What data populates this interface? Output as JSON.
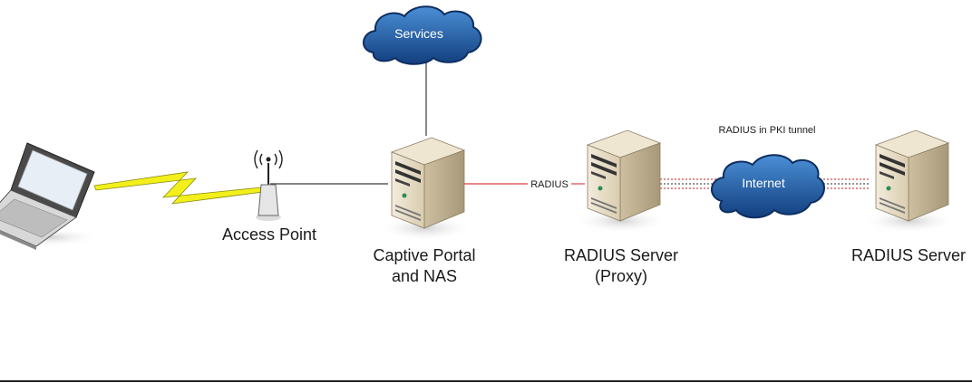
{
  "nodes": {
    "laptop": {
      "label": ""
    },
    "access_point": {
      "label": "Access Point"
    },
    "captive_portal": {
      "label_line1": "Captive Portal",
      "label_line2": "and NAS"
    },
    "radius_proxy": {
      "label_line1": "RADIUS Server",
      "label_line2": "(Proxy)"
    },
    "radius_server": {
      "label": "RADIUS Server"
    },
    "services_cloud": {
      "label": "Services"
    },
    "internet_cloud": {
      "label": "Internet"
    }
  },
  "links": {
    "radius_link": {
      "label": "RADIUS"
    },
    "pki_tunnel": {
      "label": "RADIUS in PKI tunnel"
    }
  },
  "colors": {
    "radius_line": "#e06060",
    "cloud_fill": "#1f5fa8",
    "server_body": "#e6dcc4",
    "wireless_bolt": "#f2ef1b"
  }
}
